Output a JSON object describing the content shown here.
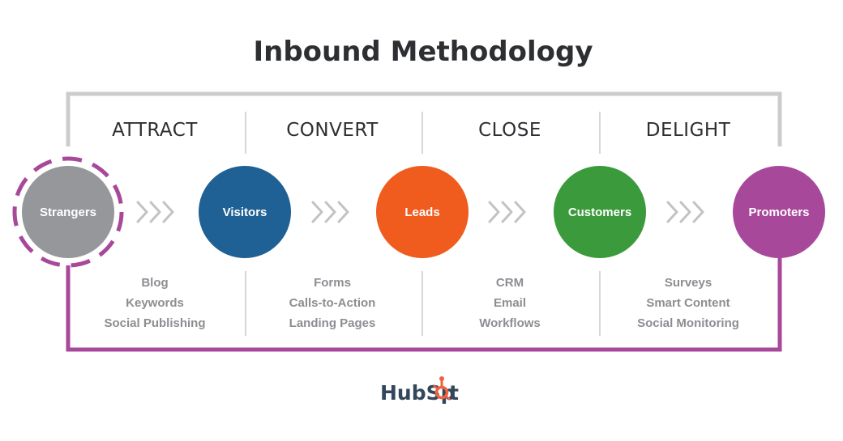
{
  "title": "Inbound Methodology",
  "stages": [
    "ATTRACT",
    "CONVERT",
    "CLOSE",
    "DELIGHT"
  ],
  "nodes": [
    {
      "label": "Strangers",
      "color": "#96979a"
    },
    {
      "label": "Visitors",
      "color": "#1f6194"
    },
    {
      "label": "Leads",
      "color": "#ef5c1e"
    },
    {
      "label": "Customers",
      "color": "#3b9a3b"
    },
    {
      "label": "Promoters",
      "color": "#a8489a"
    }
  ],
  "tools": [
    [
      "Blog",
      "Keywords",
      "Social Publishing"
    ],
    [
      "Forms",
      "Calls-to-Action",
      "Landing Pages"
    ],
    [
      "CRM",
      "Email",
      "Workflows"
    ],
    [
      "Surveys",
      "Smart Content",
      "Social Monitoring"
    ]
  ],
  "logo": {
    "text_left": "HubSp",
    "text_right": "t",
    "accent_color": "#f0623d"
  },
  "colors": {
    "top_bracket": "#cccccc",
    "loop_line": "#a8489a",
    "chevrons": "#c2c3c5",
    "dividers": "#d6d6d6",
    "text_dark": "#2d2f33",
    "text_tool": "#8c8e92"
  }
}
